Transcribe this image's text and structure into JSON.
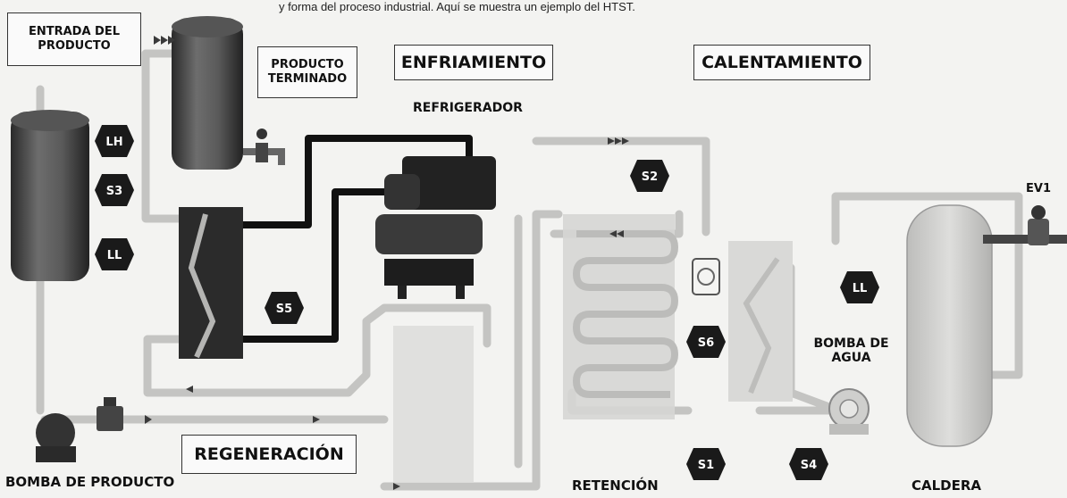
{
  "caption": "y forma del proceso industrial.  Aquí se muestra un ejemplo del HTST.",
  "labels": {
    "entrada": "ENTRADA DEL PRODUCTO",
    "producto_terminado": "PRODUCTO TERMINADO",
    "enfriamiento": "ENFRIAMIENTO",
    "calentamiento": "CALENTAMIENTO",
    "refrigerador": "REFRIGERADOR",
    "regeneracion": "REGENERACIÓN",
    "bomba_producto": "BOMBA DE PRODUCTO",
    "retencion": "RETENCIÓN",
    "caldera": "CALDERA",
    "bomba_agua": "BOMBA DE AGUA",
    "ev1": "EV1"
  },
  "sensors": [
    "LH",
    "S3",
    "LL",
    "S5",
    "S2",
    "S6",
    "S1",
    "S4",
    "LL"
  ],
  "colors": {
    "pipe_product": "#c9c9c7",
    "pipe_product_edge": "#9a9a98",
    "pipe_cold": "#111111",
    "tank": "#4a4a4a",
    "sensor": "#1a1a1a",
    "arrow": "#3a3a3a"
  }
}
